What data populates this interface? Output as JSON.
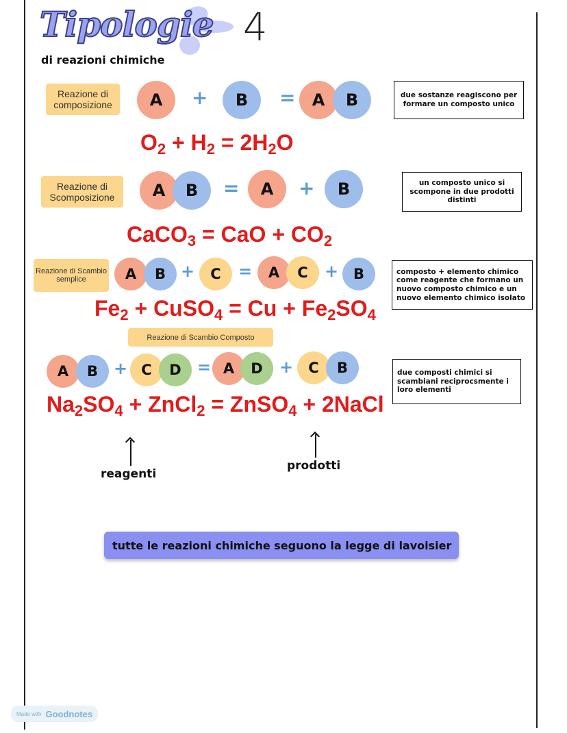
{
  "header": {
    "title": "Tipologie",
    "page_number": "4",
    "subtitle": "di reazioni chimiche"
  },
  "reactions": [
    {
      "label": "Reazione di composizione",
      "scheme": {
        "r1": "A",
        "op1": "+",
        "r2": "B",
        "eq": "=",
        "p1": "A",
        "p2": "B"
      },
      "equation": {
        "o": "O",
        "o_sub": "2",
        "plus": " + H",
        "h_sub": "2",
        "eq": " = 2H",
        "w_sub": "2",
        "w_end": "O"
      },
      "note": "due sostanze reagiscono per formare un composto unico"
    },
    {
      "label": "Reazione di Scomposizione",
      "scheme": {
        "r1": "A",
        "r2": "B",
        "eq": "=",
        "p1": "A",
        "op1": "+",
        "p2": "B"
      },
      "equation": {
        "a": "CaCO",
        "a_sub": "3",
        "b": " = CaO + CO",
        "b_sub": "2"
      },
      "note": "un composto unico si scompone in due prodotti distinti"
    },
    {
      "label": "Reazione di Scambio semplice",
      "scheme": {
        "r1": "A",
        "r2": "B",
        "op1": "+",
        "r3": "C",
        "eq": "=",
        "p1": "A",
        "p2": "C",
        "op2": "+",
        "p3": "B"
      },
      "equation": {
        "a": "Fe",
        "a_sub": "2",
        "b": " + CuSO",
        "b_sub": "4",
        "c": " = Cu + Fe",
        "c_sub": "2",
        "d": "SO",
        "d_sub": "4"
      },
      "note": "composto + elemento chimico come reagente che formano un nuovo composto chimico e un nuovo elemento chimico isolato"
    },
    {
      "label": "Reazione di Scambio Composto",
      "scheme": {
        "r1": "A",
        "r2": "B",
        "op1": "+",
        "r3": "C",
        "r4": "D",
        "eq": "=",
        "p1": "A",
        "p2": "D",
        "op2": "+",
        "p3": "C",
        "p4": "B"
      },
      "equation": {
        "a": "Na",
        "a_sub": "2",
        "b": "SO",
        "b_sub": "4",
        "c": " + ZnCl",
        "c_sub": "2",
        "d": " = ZnSO",
        "d_sub": "4",
        "e": " + 2NaCl"
      },
      "note": "due composti chimici si scambiani reciprocsmente i loro elementi"
    }
  ],
  "annotations": {
    "reagents": "reagenti",
    "products": "prodotti"
  },
  "banner": "tutte le reazioni chimiche seguono la legge di lavoisier",
  "watermark": {
    "made_with": "Made with",
    "brand": "Goodnotes"
  },
  "colors": {
    "equation_red": "#e21b1b",
    "label_yellow": "#fbd68c",
    "atom_red": "#f4a58c",
    "atom_blue": "#9fbdea",
    "atom_green": "#a9d08e",
    "operator_blue": "#5b9bd5",
    "banner_purple": "#8a8ff2"
  }
}
